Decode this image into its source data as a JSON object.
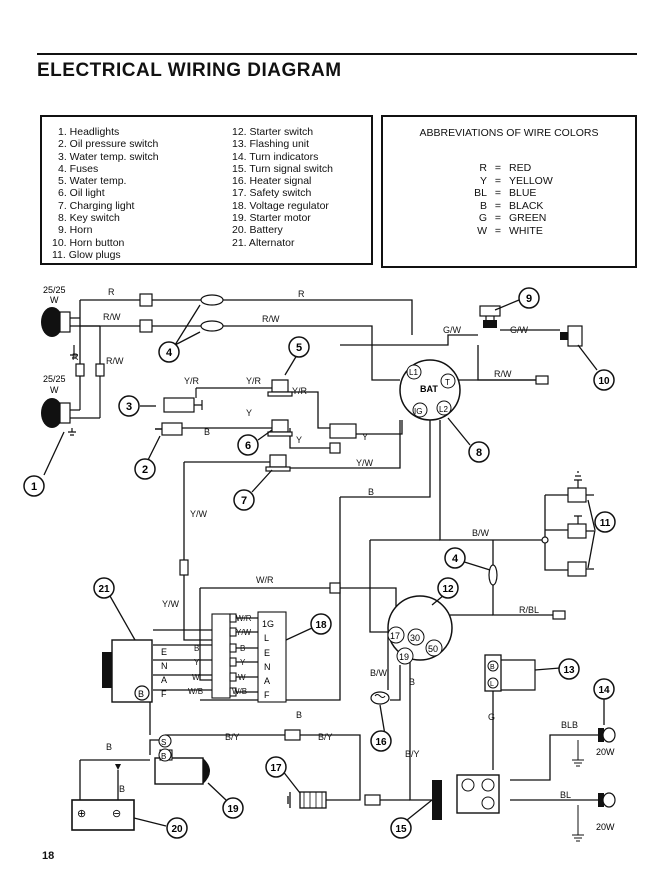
{
  "title": "ELECTRICAL WIRING DIAGRAM",
  "page_number": "18",
  "legend_left": [
    "1. Headlights",
    "2. Oil pressure switch",
    "3. Water temp. switch",
    "4. Fuses",
    "5. Water temp.",
    "6. Oil light",
    "7. Charging light",
    "8. Key switch",
    "9. Horn",
    "10. Horn button",
    "11. Glow plugs"
  ],
  "legend_right": [
    "12. Starter switch",
    "13. Flashing unit",
    "14. Turn indicators",
    "15. Turn signal switch",
    "16. Heater signal",
    "17. Safety switch",
    "18. Voltage regulator",
    "19. Starter motor",
    "20. Battery",
    "21. Alternator"
  ],
  "abbreviations": {
    "title": "ABBREVIATIONS OF WIRE COLORS",
    "items": [
      {
        "code": "R",
        "name": "RED"
      },
      {
        "code": "Y",
        "name": "YELLOW"
      },
      {
        "code": "BL",
        "name": "BLUE"
      },
      {
        "code": "B",
        "name": "BLACK"
      },
      {
        "code": "G",
        "name": "GREEN"
      },
      {
        "code": "W",
        "name": "WHITE"
      }
    ]
  },
  "diagram": {
    "headlight_rating": "25/25",
    "headlight_w": "W",
    "lamp_rating": "20W",
    "wire_R": "R",
    "wire_RW": "R/W",
    "wire_GW": "G/W",
    "wire_YR": "Y/R",
    "wire_Y": "Y",
    "wire_YW": "Y/W",
    "wire_B": "B",
    "wire_BW": "B/W",
    "wire_WR": "W/R",
    "wire_RBL": "R/BL",
    "wire_BY": "B/Y",
    "wire_G": "G",
    "wire_BLB": "BLB",
    "wire_BL": "BL",
    "wire_WB": "W/B",
    "wire_W": "W",
    "key_L1": "L1",
    "key_BAT": "BAT",
    "key_T": "T",
    "key_IG": "IG",
    "key_L2": "L2",
    "st_17": "17",
    "st_30": "30",
    "st_19": "19",
    "st_50": "50",
    "reg_1G": "1G",
    "reg_L": "L",
    "reg_E": "E",
    "reg_N": "N",
    "reg_A": "A",
    "reg_F": "F",
    "alt_E": "E",
    "alt_N": "N",
    "alt_A": "A",
    "alt_F": "F",
    "alt_B": "B",
    "starter_S": "S",
    "starter_B": "B",
    "flasher_B": "B",
    "flasher_L": "L",
    "bat_plus": "⊕",
    "bat_minus": "⊖",
    "callouts": [
      "1",
      "2",
      "3",
      "4",
      "5",
      "6",
      "7",
      "8",
      "9",
      "10",
      "11",
      "12",
      "13",
      "14",
      "15",
      "16",
      "17",
      "18",
      "19",
      "20",
      "21"
    ]
  }
}
